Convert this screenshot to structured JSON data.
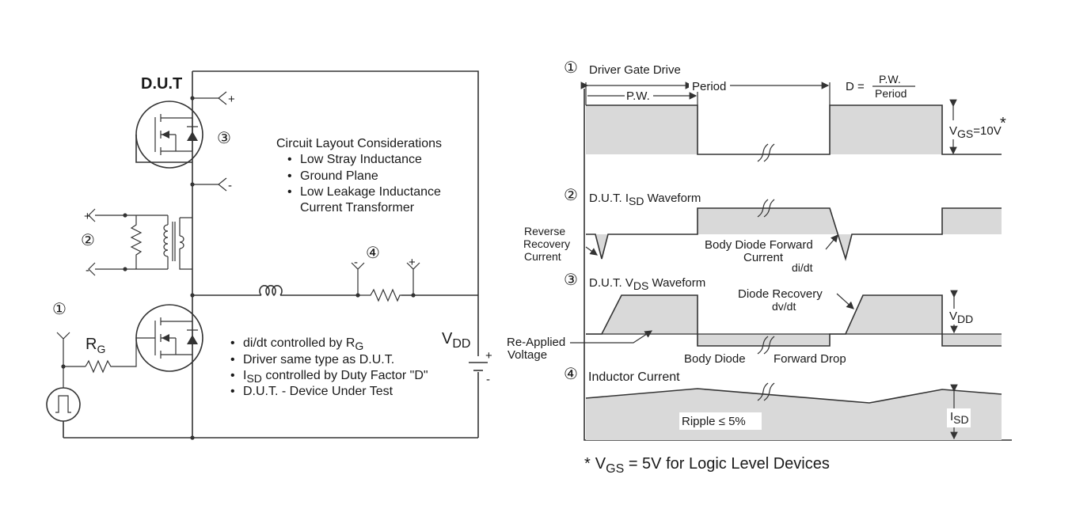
{
  "circuit": {
    "dut_label": "D.U.T",
    "rg_label": "R",
    "rg_sub": "G",
    "vdd_label": "V",
    "vdd_sub": "DD",
    "plus": "+",
    "minus": "-",
    "markers": {
      "m1": "①",
      "m2": "②",
      "m3": "③",
      "m4": "④"
    },
    "layout_title": "Circuit Layout Considerations",
    "layout_items": [
      "Low Stray Inductance",
      "Ground Plane",
      "Low Leakage Inductance"
    ],
    "layout_item_cont": "Current Transformer",
    "notes": {
      "n1": "di/dt controlled by R",
      "n1_sub": "G",
      "n2": "Driver same type as D.U.T.",
      "n3_pre": "I",
      "n3_sub": "SD",
      "n3_post": " controlled by Duty Factor \"D\"",
      "n4": "D.U.T. - Device Under Test"
    },
    "bullet": "•"
  },
  "waveforms": {
    "w1_title": "Driver Gate Drive",
    "period": "Period",
    "pw": "P.W.",
    "d_eq": "D =",
    "d_num": "P.W.",
    "d_den": "Period",
    "vgs": "V",
    "vgs_sub": "GS",
    "vgs_val": "=10V",
    "star": "*",
    "w2_title_pre": "D.U.T. I",
    "w2_title_sub": "SD",
    "w2_title_post": " Waveform",
    "reverse": "Reverse",
    "recovery": "Recovery",
    "current": "Current",
    "body_diode_forward": "Body  Diode  Forward",
    "bdf_current": "Current",
    "didt": "di/dt",
    "w3_title_pre": "D.U.T. V",
    "w3_title_sub": "DS",
    "w3_title_post": " Waveform",
    "diode_recovery": "Diode  Recovery",
    "dvdt": "dv/dt",
    "vdd": "V",
    "vdd_sub": "DD",
    "reapplied": "Re-Applied",
    "voltage": "Voltage",
    "body_diode": "Body  Diode",
    "forward_drop": "Forward  Drop",
    "w4_title": "Inductor Current",
    "ripple": "Ripple  ≤  5%",
    "isd": "I",
    "isd_sub": "SD",
    "footnote_star": "*",
    "footnote_v": "V",
    "footnote_sub": "GS",
    "footnote_rest": " = 5V for Logic Level Devices"
  }
}
